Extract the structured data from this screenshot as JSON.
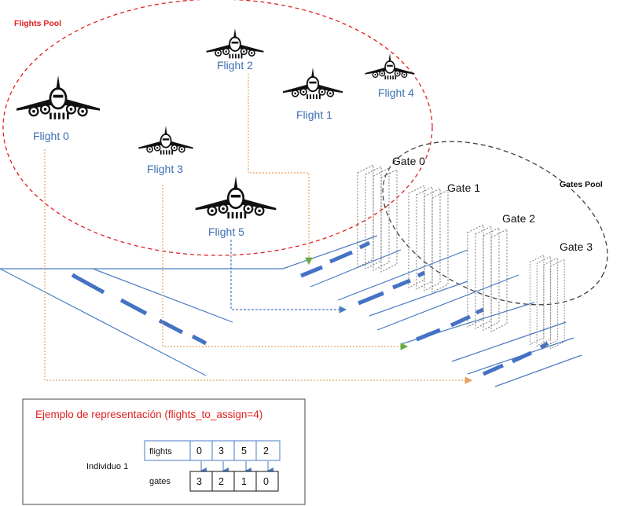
{
  "pools": {
    "flights_pool_label": "Flights Pool",
    "gates_pool_label": "Gates Pool"
  },
  "flights": [
    {
      "label": "Flight 0"
    },
    {
      "label": "Flight 1"
    },
    {
      "label": "Flight 2"
    },
    {
      "label": "Flight 3"
    },
    {
      "label": "Flight 4"
    },
    {
      "label": "Flight 5"
    }
  ],
  "gates": [
    {
      "label": "Gate 0"
    },
    {
      "label": "Gate 1"
    },
    {
      "label": "Gate 2"
    },
    {
      "label": "Gate 3"
    }
  ],
  "example": {
    "title": "Ejemplo de representación (flights_to_assign=4)",
    "individual_label": "Individuo 1",
    "flights_row_label": "flights",
    "gates_row_label": "gates",
    "flights_values": [
      "0",
      "3",
      "5",
      "2"
    ],
    "gates_values": [
      "3",
      "2",
      "1",
      "0"
    ]
  },
  "colors": {
    "flights_pool": "#e02020",
    "gates_pool": "#404040",
    "flight_label": "#3d6fb2",
    "title_red": "#e02020",
    "runway_line": "#4a7cc4",
    "runway_dash": "#4472c4",
    "arrow_orange": "#e8a060",
    "arrow_blue": "#4a7cc4",
    "arrow_green": "#6aaa40"
  }
}
